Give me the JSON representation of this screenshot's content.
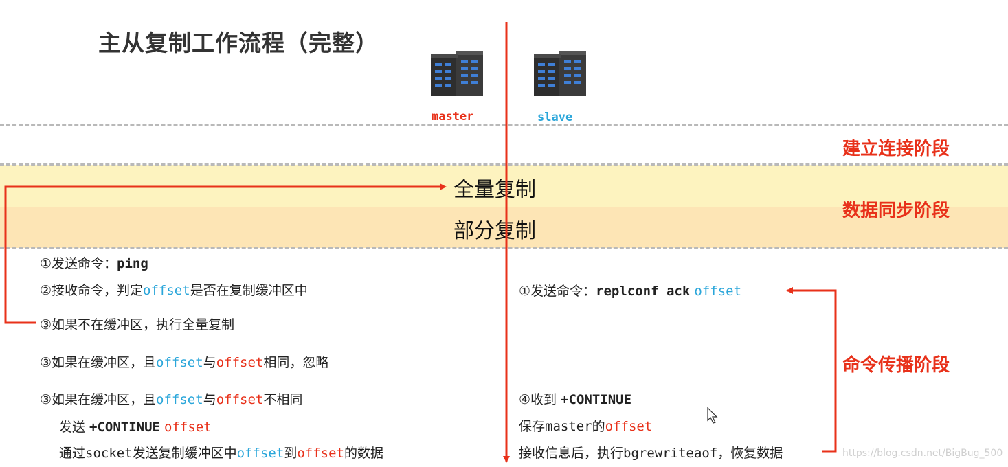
{
  "title": "主从复制工作流程（完整）",
  "nodes": {
    "master_label": "master",
    "slave_label": "slave",
    "icon": "server-rack-icon"
  },
  "phases": {
    "connect": "建立连接阶段",
    "sync": "数据同步阶段",
    "propagate": "命令传播阶段"
  },
  "sync_modes": {
    "full": "全量复制",
    "partial": "部分复制"
  },
  "master_steps": [
    {
      "parts": [
        {
          "t": "①发送命令："
        },
        {
          "t": "ping",
          "s": "b"
        }
      ]
    },
    {
      "parts": [
        {
          "t": "②接收命令，判定"
        },
        {
          "t": "offset",
          "s": "m blue"
        },
        {
          "t": "是否在复制缓冲区中"
        }
      ]
    },
    {
      "parts": [
        {
          "t": "③如果不在缓冲区，执行全量复制"
        }
      ]
    },
    {
      "parts": [
        {
          "t": "③如果在缓冲区，且"
        },
        {
          "t": "offset",
          "s": "m blue"
        },
        {
          "t": "与"
        },
        {
          "t": "offset",
          "s": "m red"
        },
        {
          "t": "相同，忽略"
        }
      ]
    },
    {
      "parts": [
        {
          "t": "③如果在缓冲区，且"
        },
        {
          "t": "offset",
          "s": "m blue"
        },
        {
          "t": "与"
        },
        {
          "t": "offset",
          "s": "m red"
        },
        {
          "t": "不相同"
        }
      ]
    },
    {
      "parts": [
        {
          "t": "发送 "
        },
        {
          "t": "+CONTINUE",
          "s": "b"
        },
        {
          "t": " "
        },
        {
          "t": "offset",
          "s": "m red"
        }
      ]
    },
    {
      "parts": [
        {
          "t": "通过"
        },
        {
          "t": "socket",
          "s": "m"
        },
        {
          "t": "发送复制缓冲区中"
        },
        {
          "t": "offset",
          "s": "m blue"
        },
        {
          "t": "到"
        },
        {
          "t": "offset",
          "s": "m red"
        },
        {
          "t": "的数据"
        }
      ]
    }
  ],
  "slave_steps": [
    {
      "parts": [
        {
          "t": "①发送命令："
        },
        {
          "t": "replconf ack",
          "s": "b"
        },
        {
          "t": " "
        },
        {
          "t": "offset",
          "s": "m blue"
        }
      ]
    },
    {
      "parts": [
        {
          "t": "④收到 "
        },
        {
          "t": "+CONTINUE",
          "s": "b"
        }
      ]
    },
    {
      "parts": [
        {
          "t": "保存"
        },
        {
          "t": "master",
          "s": "m"
        },
        {
          "t": "的"
        },
        {
          "t": "offset",
          "s": "m red"
        }
      ]
    },
    {
      "parts": [
        {
          "t": "接收信息后，执行"
        },
        {
          "t": "bgrewriteaof",
          "s": "m"
        },
        {
          "t": "，恢复数据"
        }
      ]
    }
  ],
  "watermark": "https://blog.csdn.net/BigBug_500",
  "colors": {
    "arrow_red": "#e8311a",
    "offset_blue": "#2aa6da",
    "band_full": "#fdf3bf",
    "band_partial": "#fde5b5"
  }
}
